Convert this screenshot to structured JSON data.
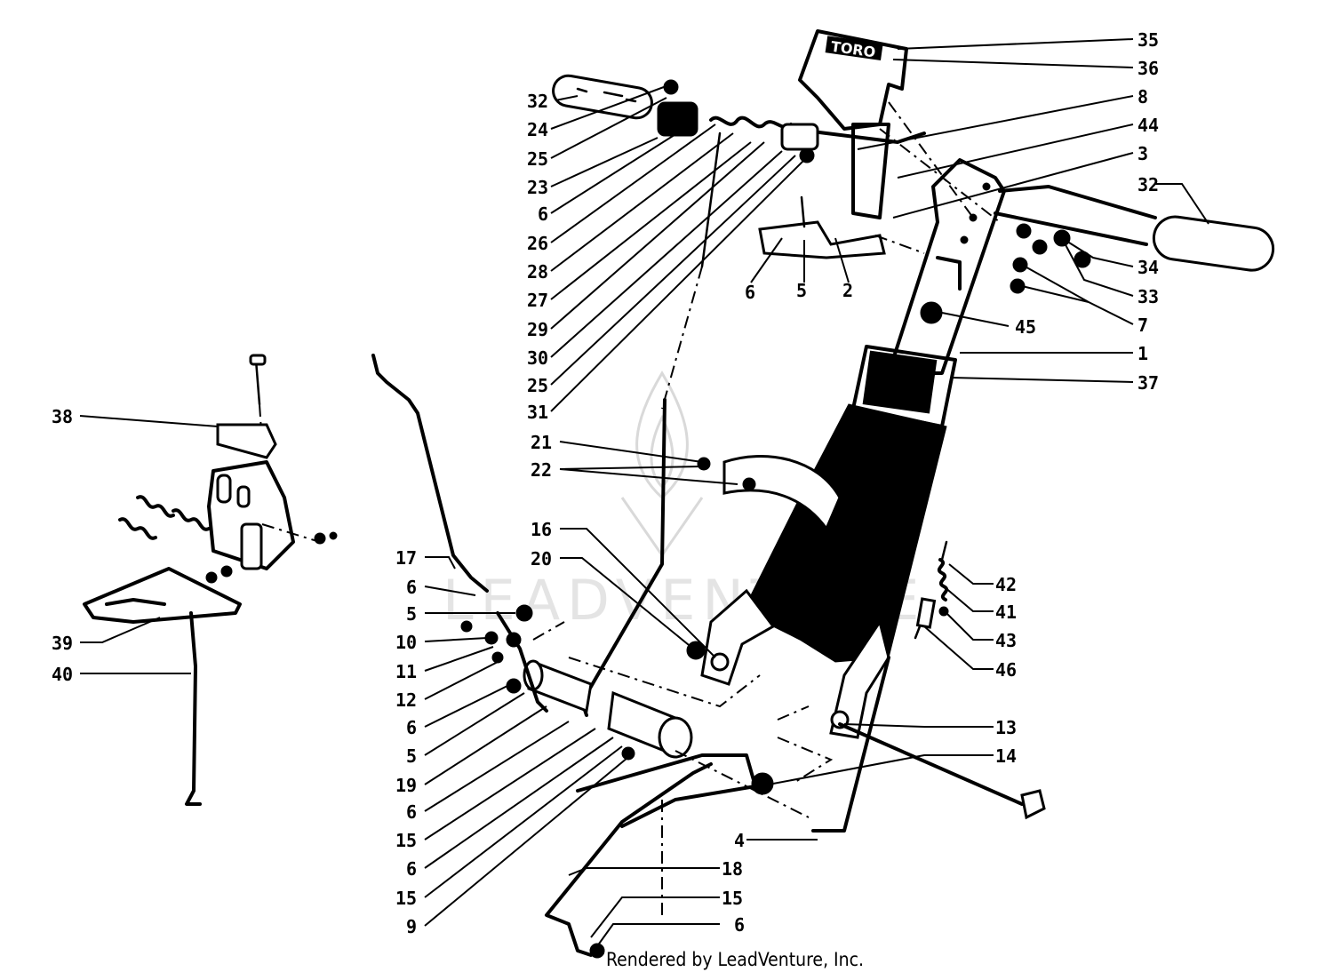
{
  "brand_plate": "TORO",
  "credit": "Rendered by LeadVenture, Inc.",
  "watermark": "LEADVENTURE",
  "callouts": [
    {
      "id": "c1",
      "text": "35"
    },
    {
      "id": "c2",
      "text": "36"
    },
    {
      "id": "c3",
      "text": "8"
    },
    {
      "id": "c4",
      "text": "44"
    },
    {
      "id": "c5",
      "text": "3"
    },
    {
      "id": "c6",
      "text": "32"
    },
    {
      "id": "c7",
      "text": "34"
    },
    {
      "id": "c8",
      "text": "33"
    },
    {
      "id": "c9",
      "text": "7"
    },
    {
      "id": "c10",
      "text": "45"
    },
    {
      "id": "c11",
      "text": "1"
    },
    {
      "id": "c12",
      "text": "37"
    },
    {
      "id": "c13",
      "text": "32"
    },
    {
      "id": "c14",
      "text": "24"
    },
    {
      "id": "c15",
      "text": "25"
    },
    {
      "id": "c16",
      "text": "23"
    },
    {
      "id": "c17",
      "text": "6"
    },
    {
      "id": "c18",
      "text": "26"
    },
    {
      "id": "c19",
      "text": "28"
    },
    {
      "id": "c20",
      "text": "27"
    },
    {
      "id": "c21",
      "text": "29"
    },
    {
      "id": "c22",
      "text": "30"
    },
    {
      "id": "c23",
      "text": "25"
    },
    {
      "id": "c24",
      "text": "31"
    },
    {
      "id": "c25",
      "text": "6"
    },
    {
      "id": "c26",
      "text": "5"
    },
    {
      "id": "c27",
      "text": "2"
    },
    {
      "id": "c28",
      "text": "21"
    },
    {
      "id": "c29",
      "text": "22"
    },
    {
      "id": "c30",
      "text": "16"
    },
    {
      "id": "c31",
      "text": "20"
    },
    {
      "id": "c32",
      "text": "38"
    },
    {
      "id": "c33",
      "text": "39"
    },
    {
      "id": "c34",
      "text": "40"
    },
    {
      "id": "c35",
      "text": "17"
    },
    {
      "id": "c36",
      "text": "6"
    },
    {
      "id": "c37",
      "text": "5"
    },
    {
      "id": "c38",
      "text": "10"
    },
    {
      "id": "c39",
      "text": "11"
    },
    {
      "id": "c40",
      "text": "12"
    },
    {
      "id": "c41",
      "text": "6"
    },
    {
      "id": "c42",
      "text": "5"
    },
    {
      "id": "c43",
      "text": "19"
    },
    {
      "id": "c44",
      "text": "6"
    },
    {
      "id": "c45",
      "text": "15"
    },
    {
      "id": "c46",
      "text": "6"
    },
    {
      "id": "c47",
      "text": "15"
    },
    {
      "id": "c48",
      "text": "9"
    },
    {
      "id": "c49",
      "text": "42"
    },
    {
      "id": "c50",
      "text": "41"
    },
    {
      "id": "c51",
      "text": "43"
    },
    {
      "id": "c52",
      "text": "46"
    },
    {
      "id": "c53",
      "text": "13"
    },
    {
      "id": "c54",
      "text": "14"
    },
    {
      "id": "c55",
      "text": "4"
    },
    {
      "id": "c56",
      "text": "18"
    },
    {
      "id": "c57",
      "text": "15"
    },
    {
      "id": "c58",
      "text": "6"
    }
  ]
}
